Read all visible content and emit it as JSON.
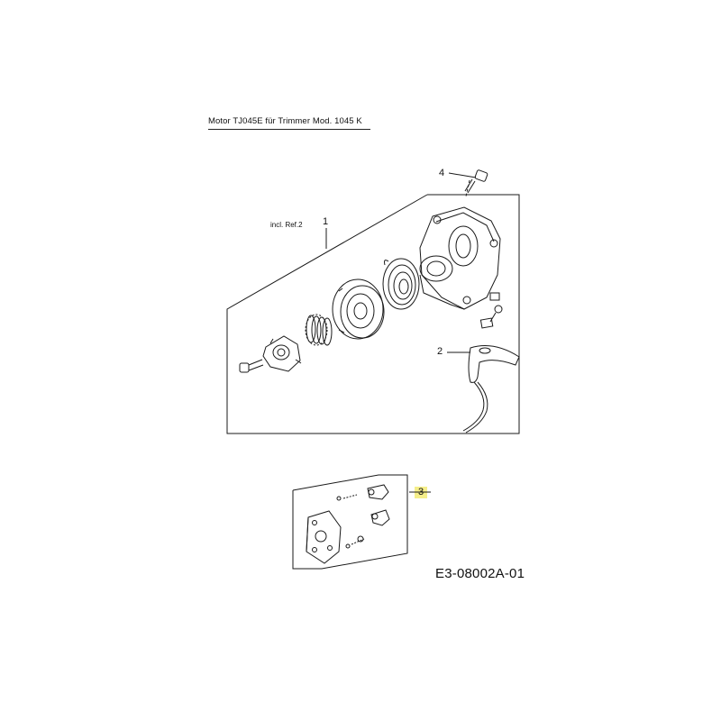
{
  "header": {
    "title": "Motor TJ045E   für Trimmer Mod. 1045 K"
  },
  "callouts": {
    "assembly": "1",
    "handle": "2",
    "pawl_kit": "3",
    "screw": "4",
    "note": "incl. Ref.2"
  },
  "footer": {
    "drawing_code": "E3-08002A-01"
  },
  "colors": {
    "line": "#1a1a1a",
    "highlight": "#f5ee8a"
  }
}
